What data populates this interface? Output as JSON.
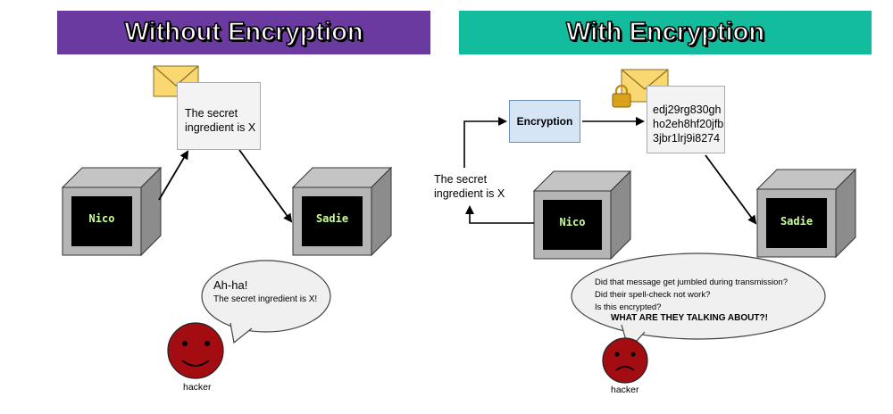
{
  "left_panel": {
    "title": "Without Encryption",
    "message": "The secret ingredient is X",
    "sender": "Nico",
    "receiver": "Sadie",
    "hacker_exclaim": "Ah-ha!",
    "hacker_line": "The secret ingredient is X!",
    "hacker_label": "hacker"
  },
  "right_panel": {
    "title": "With Encryption",
    "plaintext": "The secret ingredient is X",
    "encryption_label": "Encryption",
    "ciphertext_line1": "edj29rg830gh",
    "ciphertext_line2": "ho2eh8hf20jfb",
    "ciphertext_line3": "3jbr1lrj9i8274",
    "sender": "Nico",
    "receiver": "Sadie",
    "hacker_q1": "Did that message get jumbled during transmission?",
    "hacker_q2": "Did their spell-check not work?",
    "hacker_q3": "Is this encrypted?",
    "hacker_shout": "WHAT ARE THEY TALKING ABOUT?!",
    "hacker_label": "hacker"
  },
  "colors": {
    "left_banner": "#6a3aa0",
    "right_banner": "#12bc9d",
    "envelope": "#f9d872",
    "face": "#a30d12",
    "screen_text": "#c8ff9a"
  }
}
